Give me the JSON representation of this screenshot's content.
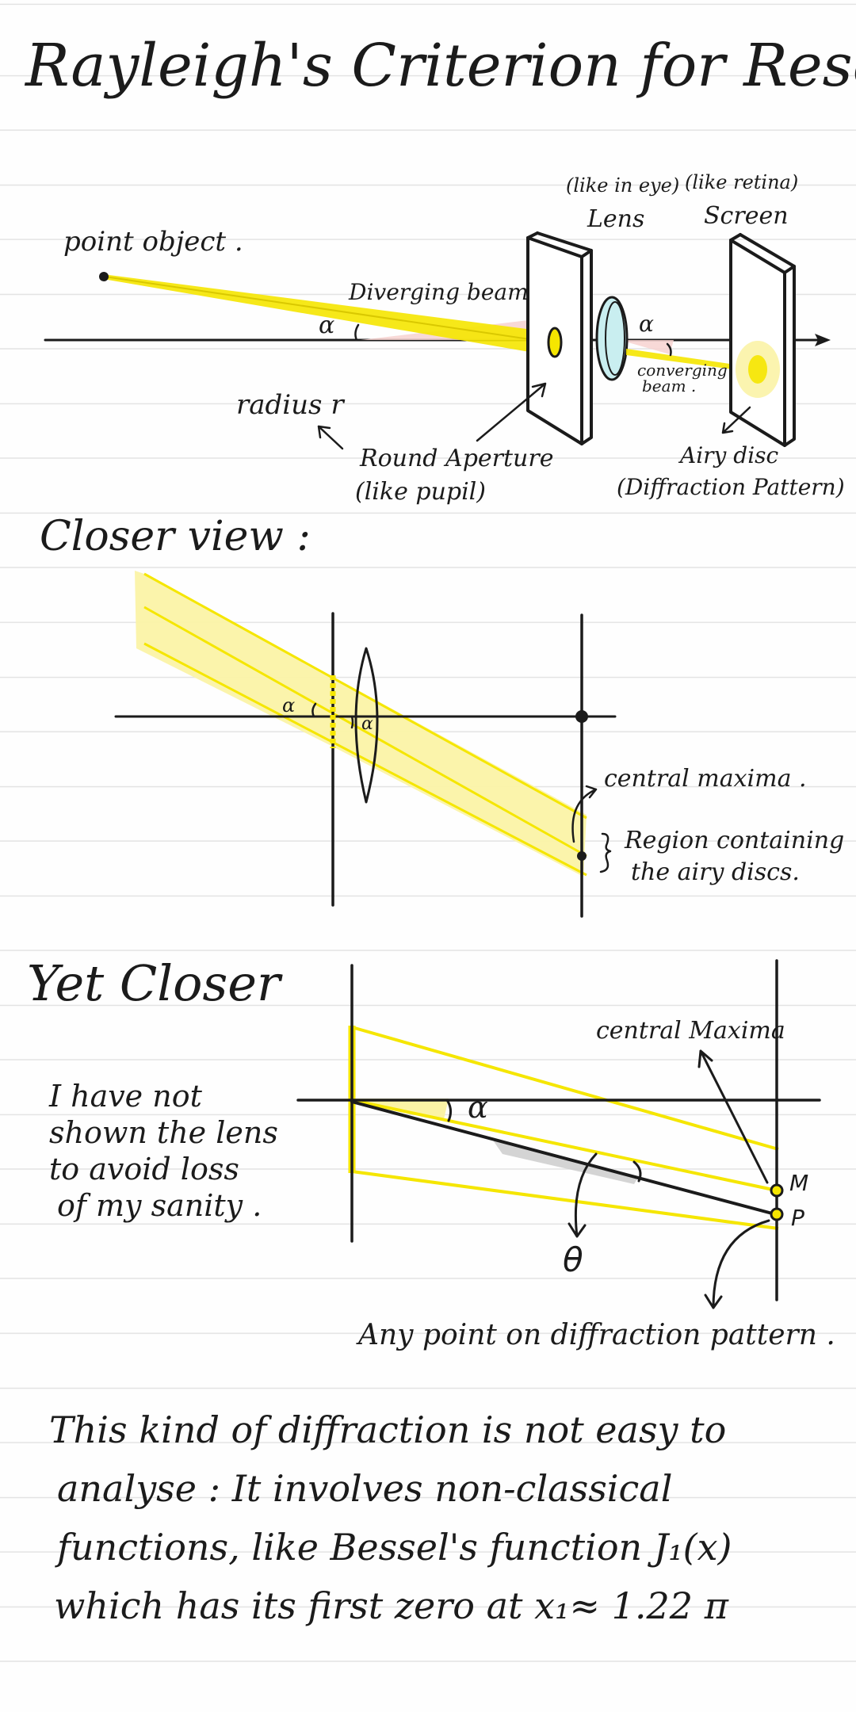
{
  "colors": {
    "ink": "#1b1b1b",
    "highlight_yellow": "#f5e600",
    "beam_fill": "#fbf3a6",
    "angle_pink": "#f7d2d0",
    "lens_cyan": "#c9eef0",
    "shadow_gray": "#cfcfcf",
    "ruled_line": "#e3e3e3"
  },
  "title": "Rayleigh's Criterion for Resolution",
  "section1": {
    "point_object": "point object .",
    "like_in_eye": "(like in eye)",
    "lens": "Lens",
    "like_retina": "(like retina)",
    "screen": "Screen",
    "diverging_beam": "Diverging beam",
    "alpha_left": "α",
    "alpha_right": "α",
    "converging_beam_1": "converging",
    "converging_beam_2": "beam .",
    "radius": "radius r",
    "aperture_1": "Round Aperture",
    "aperture_2": "(like pupil)",
    "airy_disc": "Airy disc",
    "diffraction_pattern": "(Diffraction Pattern)"
  },
  "section2": {
    "heading": "Closer view  :",
    "alpha_left": "α",
    "alpha_right": "α",
    "central_maxima": "central maxima .",
    "region_1": "Region containing",
    "region_2": "the airy discs."
  },
  "section3": {
    "heading": "Yet Closer",
    "note_1": "I have not",
    "note_2": "shown the lens",
    "note_3": "to avoid loss",
    "note_4": "of my sanity .",
    "central_maxima": "central Maxima",
    "alpha": "α",
    "theta": "θ",
    "point_m": "M",
    "point_p": "P",
    "any_point": "Any point on diffraction pattern ."
  },
  "section4": {
    "line_1": "This  kind  of  diffraction  is  not  easy  to",
    "line_2": "analyse  :   It  involves  non-classical",
    "line_3": "functions,  like  Bessel's  function  J₁(x)",
    "line_4": "which  has  its  first  zero  at  x₁≈ 1.22 π"
  }
}
